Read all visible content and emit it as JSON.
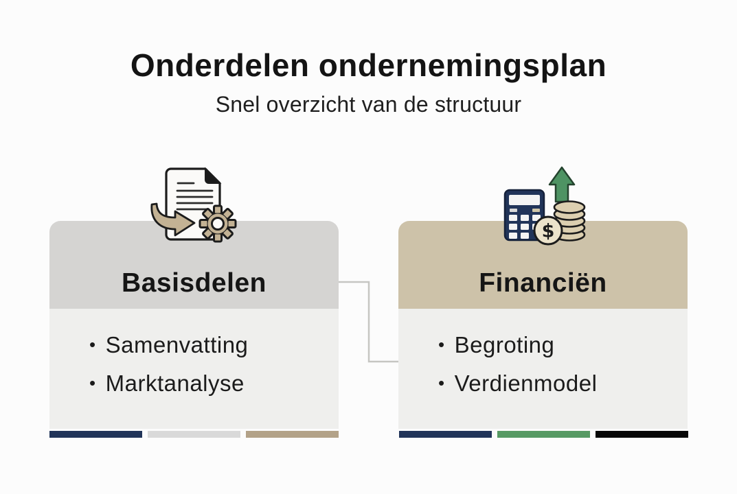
{
  "page": {
    "title": "Onderdelen ondernemingsplan",
    "subtitle": "Snel overzicht van de structuur"
  },
  "bullet_char": "•",
  "cards": [
    {
      "title": "Basisdelen",
      "icon": "document-gear-icon",
      "items": [
        "Samenvatting",
        "Marktanalyse"
      ],
      "footer_bars": [
        "#213459",
        "#d9d9d9",
        "#b3a288"
      ]
    },
    {
      "title": "Financiën",
      "icon": "calculator-coins-growth-icon",
      "items": [
        "Begroting",
        "Verdienmodel"
      ],
      "footer_bars": [
        "#213459",
        "#579a64",
        "#070707"
      ]
    }
  ],
  "palette": {
    "bg": "#fcfcfc",
    "text": "#141414",
    "header_gray": "#d5d4d2",
    "header_tan": "#cdc2a9",
    "body_gray": "#efefed",
    "navy": "#213459",
    "green": "#4e9363",
    "green_dark": "#24432e",
    "tan": "#c3b294",
    "coin": "#dccfb0",
    "coin_face": "#ece3cb",
    "ink": "#1c1c1c",
    "paper": "#fbfaf8",
    "connector": "#c6c6c2"
  }
}
